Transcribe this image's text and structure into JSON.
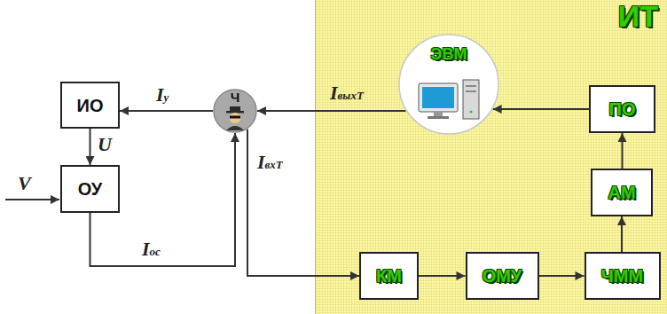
{
  "diagram": {
    "nodes": [
      {
        "text": [
          "ИО"
        ]
      },
      {
        "text": [
          "Ч"
        ]
      },
      {
        "text": [
          "ИТ"
        ]
      },
      {
        "text": [
          "ЭВМ"
        ],
        "in": 2
      },
      {
        "text": [
          "ПО"
        ],
        "in": 2
      },
      {
        "text": [
          "ОУ"
        ]
      },
      {
        "text": [
          "АМ"
        ],
        "in": 2
      },
      {
        "text": [
          "КМ"
        ],
        "in": 2
      },
      {
        "text": [
          "ОМУ"
        ],
        "in": 2
      },
      {
        "text": [
          "ЧММ"
        ],
        "in": 2
      }
    ],
    "edges": [
      {
        "from": 1,
        "to": 0,
        "arrow": "to",
        "label": "Iу"
      },
      {
        "from": 0,
        "to": 5,
        "arrow": "to",
        "label": "U"
      },
      {
        "from": 5,
        "to": 1,
        "arrow": "to",
        "label": "Iос"
      },
      {
        "from": 3,
        "to": 1,
        "arrow": "to",
        "label": "IвыхT"
      },
      {
        "from": 1,
        "to": 7,
        "arrow": "to",
        "label": "IвхT"
      },
      {
        "from": 7,
        "to": 8,
        "arrow": "to"
      },
      {
        "from": 8,
        "to": 9,
        "arrow": "to"
      },
      {
        "from": 9,
        "to": 6,
        "arrow": "to"
      },
      {
        "from": 6,
        "to": 4,
        "arrow": "to"
      },
      {
        "from": 4,
        "to": 3,
        "arrow": "to"
      }
    ],
    "labels": [
      "V"
    ]
  }
}
